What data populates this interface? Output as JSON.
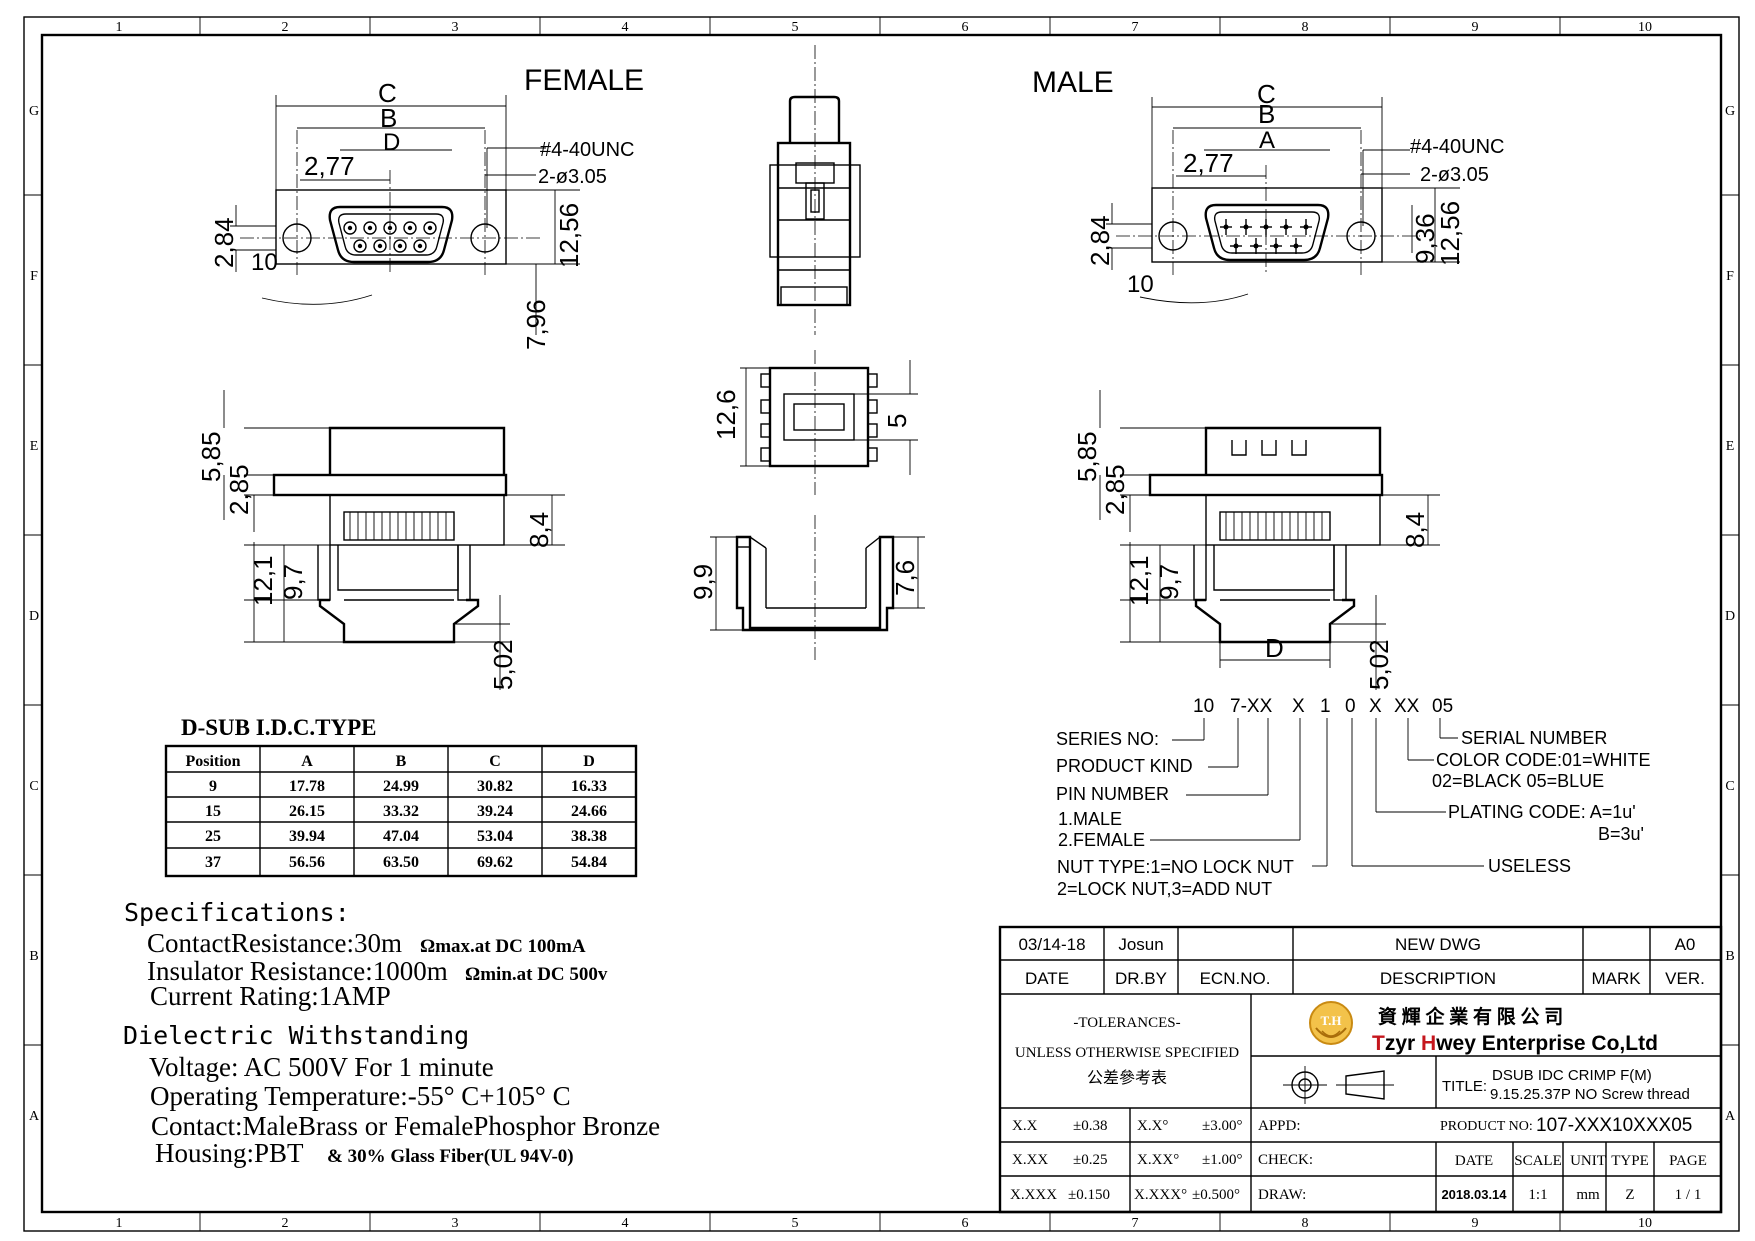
{
  "grid": {
    "cols": [
      "1",
      "2",
      "3",
      "4",
      "5",
      "6",
      "7",
      "8",
      "9",
      "10"
    ],
    "rows": [
      "G",
      "F",
      "E",
      "D",
      "C",
      "B",
      "A"
    ]
  },
  "views": {
    "female_title": "FEMALE",
    "male_title": "MALE"
  },
  "female_front": {
    "C": "C",
    "B": "B",
    "D": "D",
    "d277": "2,77",
    "thread": "#4-40UNC",
    "hole": "2-ø3.05",
    "d284": "2,84",
    "d1256": "12,56",
    "d10": "10",
    "d796": "7,96"
  },
  "male_front": {
    "C": "C",
    "B": "B",
    "A": "A",
    "d277": "2,77",
    "thread": "#4-40UNC",
    "hole": "2-ø3.05",
    "d284": "2,84",
    "d936": "9,36",
    "d1256": "12,56",
    "d10": "10"
  },
  "female_side": {
    "d585": "5,85",
    "d285": "2,85",
    "d84": "8,4",
    "d121": "12,1",
    "d97": "9,7",
    "d502": "5,02"
  },
  "male_side": {
    "d585": "5,85",
    "d285": "2,85",
    "d84": "8,4",
    "d121": "12,1",
    "d97": "9,7",
    "d502": "5,02",
    "D": "D"
  },
  "cap_views": {
    "d126": "12,6",
    "d5": "5",
    "d99": "9,9",
    "d76": "7,6"
  },
  "part_code": {
    "segments": [
      "10",
      "7-XX",
      "X",
      "1",
      "0",
      "X",
      "XX",
      "05"
    ],
    "left_labels": [
      "SERIES  NO:",
      "PRODUCT  KIND",
      "PIN  NUMBER",
      "1.MALE",
      "2.FEMALE",
      "NUT TYPE:1=NO LOCK NUT",
      "2=LOCK NUT,3=ADD NUT"
    ],
    "right_labels": [
      "SERIAL  NUMBER",
      "COLOR  CODE:01=WHITE",
      "02=BLACK  05=BLUE",
      "PLATING  CODE:  A=1u'",
      "B=3u'",
      "USELESS"
    ]
  },
  "dim_table": {
    "title": "D-SUB I.D.C.TYPE",
    "headers": [
      "Position",
      "A",
      "B",
      "C",
      "D"
    ],
    "rows": [
      [
        "9",
        "17.78",
        "24.99",
        "30.82",
        "16.33"
      ],
      [
        "15",
        "26.15",
        "33.32",
        "39.24",
        "24.66"
      ],
      [
        "25",
        "39.94",
        "47.04",
        "53.04",
        "38.38"
      ],
      [
        "37",
        "56.56",
        "63.50",
        "69.62",
        "54.84"
      ]
    ]
  },
  "specs": {
    "heading": "Specifications:",
    "contact_resistance": "ContactResistance:30m",
    "contact_resistance_suffix": "Ωmax.at DC 100mA",
    "insulator_resistance": "Insulator Resistance:1000m",
    "insulator_resistance_suffix": "Ωmin.at DC 500v",
    "current_rating": "Current Rating:1AMP",
    "dielectric": "Dielectric Withstanding",
    "voltage": "Voltage: AC 500V For 1 minute",
    "temperature": "Operating Temperature:-55° C+105° C",
    "contact_material": "Contact:MaleBrass or FemalePhosphor Bronze",
    "housing": "Housing:PBT",
    "housing_suffix": "& 30% Glass Fiber(UL 94V-0)"
  },
  "title_block": {
    "rev_date": "03/14-18",
    "rev_by": "Josun",
    "rev_desc": "NEW  DWG",
    "rev_ver": "A0",
    "h_date": "DATE",
    "h_drby": "DR.BY",
    "h_ecn": "ECN.NO.",
    "h_desc": "DESCRIPTION",
    "h_mark": "MARK",
    "h_ver": "VER.",
    "tol_title": "-TOLERANCES-",
    "tol_sub": "UNLESS OTHERWISE SPECIFIED",
    "tol_cn": "公差參考表",
    "logo_text": "T.H",
    "company_cn": "資 輝 企 業 有 限 公 司",
    "company_en_1": "T",
    "company_en_2": "zyr ",
    "company_en_3": "H",
    "company_en_4": "wey Enterprise Co,Ltd",
    "title_label": "TITLE:",
    "title_line1": "DSUB IDC CRIMP F(M)",
    "title_line2": "9.15.25.37P NO Screw thread",
    "tol_rows": [
      [
        "X.X",
        "±0.38",
        "X.X°",
        "±3.00°"
      ],
      [
        "X.XX",
        "±0.25",
        "X.XX°",
        "±1.00°"
      ],
      [
        "X.XXX",
        "±0.150",
        "X.XXX°",
        "±0.500°"
      ]
    ],
    "appd": "APPD:",
    "check": "CHECK:",
    "draw": "DRAW:",
    "product_no_label": "PRODUCT NO:",
    "product_no": "107-XXX10XXX05",
    "h2_date": "DATE",
    "h2_scale": "SCALE",
    "h2_unit": "UNIT",
    "h2_type": "TYPE",
    "h2_page": "PAGE",
    "v_date": "2018.03.14",
    "v_scale": "1:1",
    "v_unit": "mm",
    "v_type": "Z",
    "v_page": "1 / 1"
  }
}
